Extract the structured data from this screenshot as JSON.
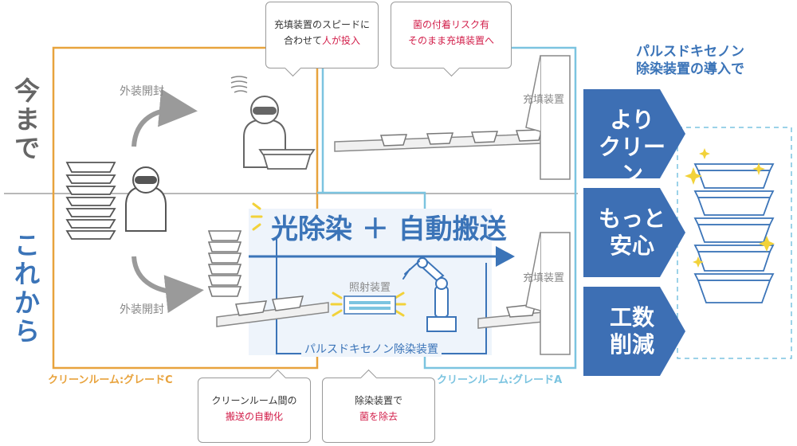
{
  "rows": {
    "now": [
      "今",
      "ま",
      "で"
    ],
    "future": [
      "こ",
      "れ",
      "か",
      "ら"
    ]
  },
  "labels": {
    "unpack_top": "外装開封",
    "unpack_bottom": "外装開封",
    "filler_top": "充填装置",
    "filler_bottom": "充填装置",
    "irradiation": "照射装置",
    "pulse_device": "パルスドキセノン除染装置",
    "headline": "光除染 ＋ 自動搬送",
    "room_c": "クリーンルーム:グレードC",
    "room_a": "クリーンルーム:グレードA",
    "intro_line1": "パルスドキセノン",
    "intro_line2": "除染装置の導入で"
  },
  "callouts": {
    "top_left": {
      "line1": "充填装置のスピードに",
      "line2_prefix": "合わせて",
      "line2_red": "人が投入"
    },
    "top_right": {
      "line1_red": "菌の付着リスク有",
      "line2_red": "そのまま充填装置へ"
    },
    "bottom_left": {
      "line1": "クリーンルーム間の",
      "line2_red": "搬送の自動化"
    },
    "bottom_right": {
      "line1": "除染装置で",
      "line2_red": "菌を除去"
    }
  },
  "benefits": [
    {
      "line1": "より",
      "line2": "クリーン"
    },
    {
      "line1": "もっと",
      "line2": "安心"
    },
    {
      "line1": "工数",
      "line2": "削減"
    }
  ],
  "colors": {
    "orange": "#e8a33d",
    "light_blue": "#7cc4e0",
    "blue": "#3b74b8",
    "chevron_blue": "#3d6fb4",
    "red_text": "#d21e4a"
  }
}
